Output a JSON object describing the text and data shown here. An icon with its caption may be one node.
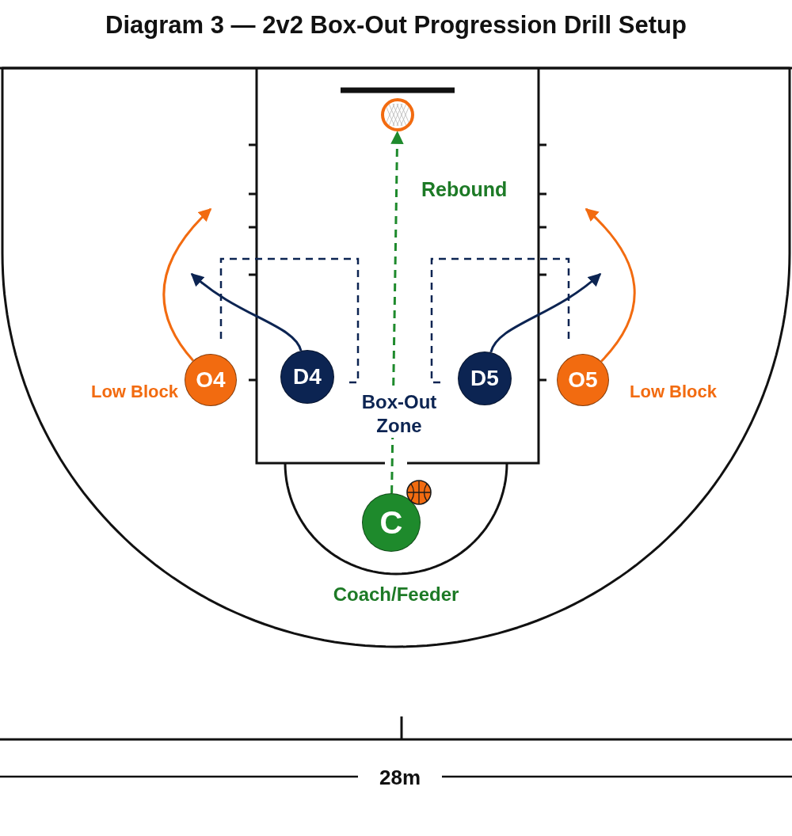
{
  "diagram": {
    "title": "Diagram 3 — 2v2 Box-Out Progression Drill Setup",
    "nodes": [
      {
        "text": [],
        "shape": "circle"
      },
      {
        "text": [
          "O4"
        ],
        "beside": [
          "Low Block"
        ]
      },
      {
        "text": [
          "D4"
        ]
      },
      {
        "text": [
          "D5"
        ]
      },
      {
        "text": [
          "O5"
        ],
        "beside": [
          "Low Block"
        ]
      },
      {
        "text": [
          "C"
        ],
        "beside": [
          "Coach/Feeder"
        ]
      }
    ],
    "edges": [
      {
        "from": 1,
        "to": null,
        "arrow": "to",
        "color": "#f26b10"
      },
      {
        "from": 2,
        "to": null,
        "arrow": "to",
        "color": "#0c2452"
      },
      {
        "from": 5,
        "to": 0,
        "arrow": "to",
        "label": "Rebound",
        "style": "dashed",
        "color": "#1e8a2c"
      },
      {
        "from": 3,
        "to": null,
        "arrow": "to",
        "color": "#0c2452"
      },
      {
        "from": 4,
        "to": null,
        "arrow": "to",
        "color": "#f26b10"
      }
    ],
    "labels": [
      "Box-Out Zone",
      "28m"
    ]
  }
}
